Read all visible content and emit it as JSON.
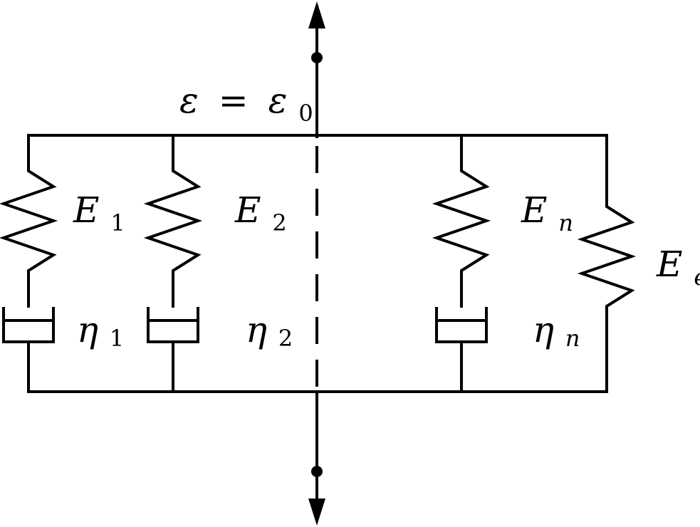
{
  "diagram": {
    "strain_condition": {
      "lhs": "ε",
      "eq": "=",
      "rhs": "ε",
      "rhs_sub": "0"
    },
    "branches": [
      {
        "spring_symbol": "E",
        "spring_sub": "1",
        "dashpot_symbol": "η",
        "dashpot_sub": "1"
      },
      {
        "spring_symbol": "E",
        "spring_sub": "2",
        "dashpot_symbol": "η",
        "dashpot_sub": "2"
      },
      {
        "spring_symbol": "E",
        "spring_sub": "n",
        "dashpot_symbol": "η",
        "dashpot_sub": "n"
      }
    ],
    "equilibrium_spring": {
      "symbol": "E",
      "sub": "e"
    }
  }
}
